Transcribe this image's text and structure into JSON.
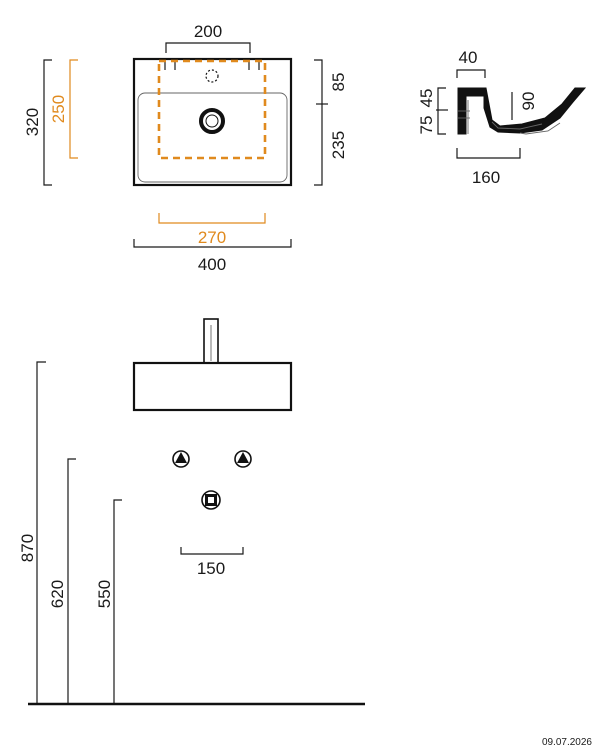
{
  "top_view": {
    "dim_tap_spacing": "200",
    "dim_height_total": "320",
    "dim_height_inner": "250",
    "dim_back_ledge": "85",
    "dim_bowl_depth": "235",
    "dim_inner_width": "270",
    "dim_width_total": "400"
  },
  "side_section": {
    "dim_rim": "40",
    "dim_upper": "45",
    "dim_lower": "75",
    "dim_bowl_height": "90",
    "dim_depth": "160"
  },
  "front_view": {
    "dim_total_height": "870",
    "dim_supply_height": "620",
    "dim_waste_height": "550",
    "dim_supply_spacing": "150"
  },
  "date_stamp": "09.07.2026",
  "colors": {
    "line": "#1a1a1a",
    "accent": "#e08a1e"
  }
}
